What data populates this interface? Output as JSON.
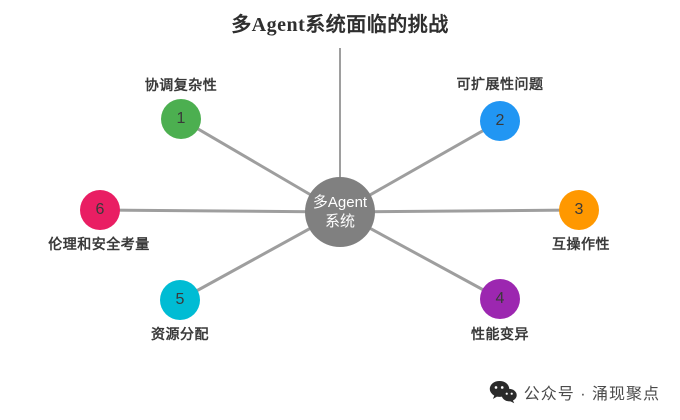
{
  "title": "多Agent系统面临的挑战",
  "center": {
    "line1": "多Agent",
    "line2": "系统",
    "fill": "#808080",
    "text_color": "#ffffff"
  },
  "connector": {
    "color": "#9e9e9e"
  },
  "nodes": [
    {
      "number": "1",
      "label": "协调复杂性",
      "color": "#4CAF50",
      "label_position": "above"
    },
    {
      "number": "2",
      "label": "可扩展性问题",
      "color": "#2196F3",
      "label_position": "above"
    },
    {
      "number": "3",
      "label": "互操作性",
      "color": "#FF9800",
      "label_position": "below"
    },
    {
      "number": "4",
      "label": "性能变异",
      "color": "#9C27B0",
      "label_position": "below"
    },
    {
      "number": "5",
      "label": "资源分配",
      "color": "#00BCD4",
      "label_position": "below"
    },
    {
      "number": "6",
      "label": "伦理和安全考量",
      "color": "#E91E63",
      "label_position": "below"
    }
  ],
  "colors": {
    "title": "#2f2f2f",
    "label": "#3a3a3a",
    "number": "#3a3a3a",
    "footer": "#4a4a4a"
  },
  "footer": {
    "icon": "wechat-icon",
    "text": "公众号 · 涌现聚点"
  }
}
